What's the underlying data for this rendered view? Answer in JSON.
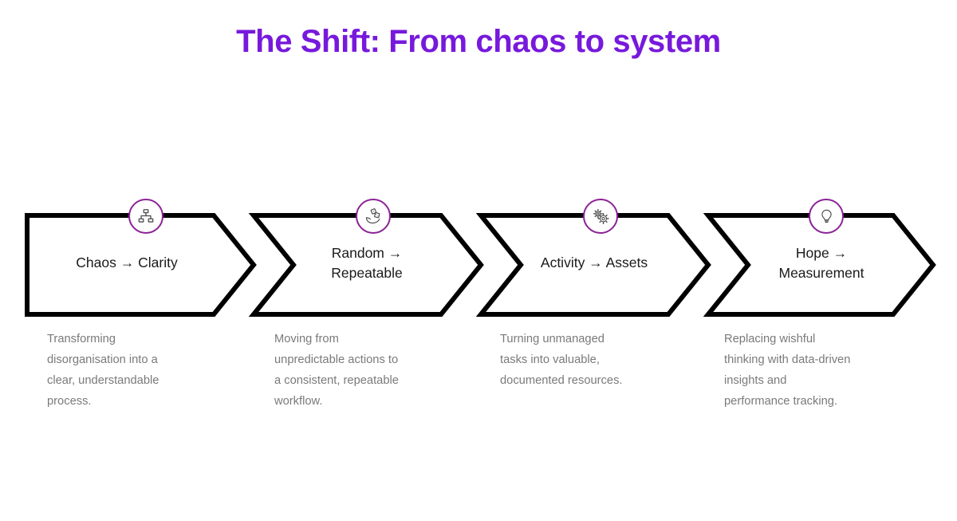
{
  "slide": {
    "title": "The Shift: From chaos to system",
    "background_color": "#ffffff",
    "title_color": "#7719DC",
    "accent_color": "#8B2296",
    "outline_color": "#000000",
    "description_color": "#7a7a7a"
  },
  "steps": [
    {
      "label": "Chaos → Clarity",
      "icon": "hierarchy-icon",
      "description": "Transforming\ndisorganisation into a\nclear, understandable\nprocess."
    },
    {
      "label": "Random →\nRepeatable",
      "icon": "hand-dice-icon",
      "description": "Moving from\nunpredictable actions to\na consistent, repeatable\nworkflow."
    },
    {
      "label": "Activity → Assets",
      "icon": "gears-icon",
      "description": "Turning unmanaged\ntasks into valuable,\ndocumented resources."
    },
    {
      "label": "Hope →\nMeasurement",
      "icon": "lightbulb-icon",
      "description": "Replacing wishful\nthinking with data-driven\ninsights and\nperformance tracking."
    }
  ]
}
